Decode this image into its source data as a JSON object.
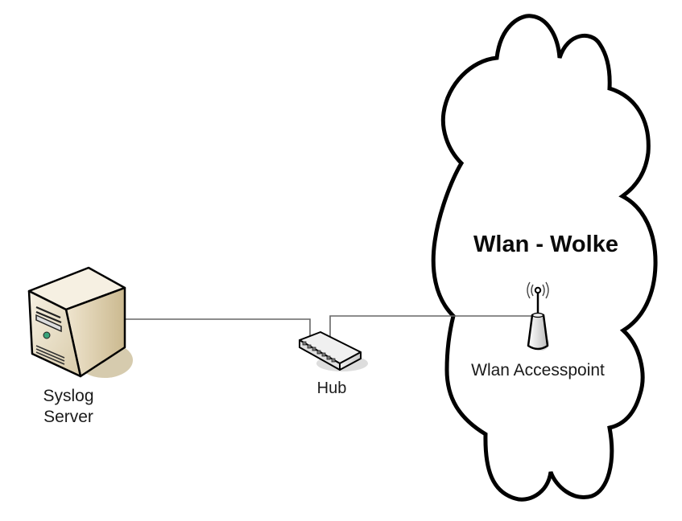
{
  "diagram": {
    "cloud": {
      "title": "Wlan - Wolke",
      "icon": "cloud-shape"
    },
    "nodes": [
      {
        "id": "server",
        "label_line1": "Syslog",
        "label_line2": "Server",
        "icon": "server-tower-icon"
      },
      {
        "id": "hub",
        "label": "Hub",
        "icon": "network-hub-icon"
      },
      {
        "id": "ap",
        "label": "Wlan Accesspoint",
        "icon": "wireless-access-point-icon"
      }
    ],
    "connections": [
      {
        "from": "Syslog Server",
        "to": "Hub"
      },
      {
        "from": "Hub",
        "to": "Wlan Accesspoint"
      }
    ],
    "colors": {
      "server_body": "#e8dcc4",
      "server_shadow": "#cfc2a0",
      "line": "#555555",
      "cloud_stroke": "#000000"
    }
  }
}
